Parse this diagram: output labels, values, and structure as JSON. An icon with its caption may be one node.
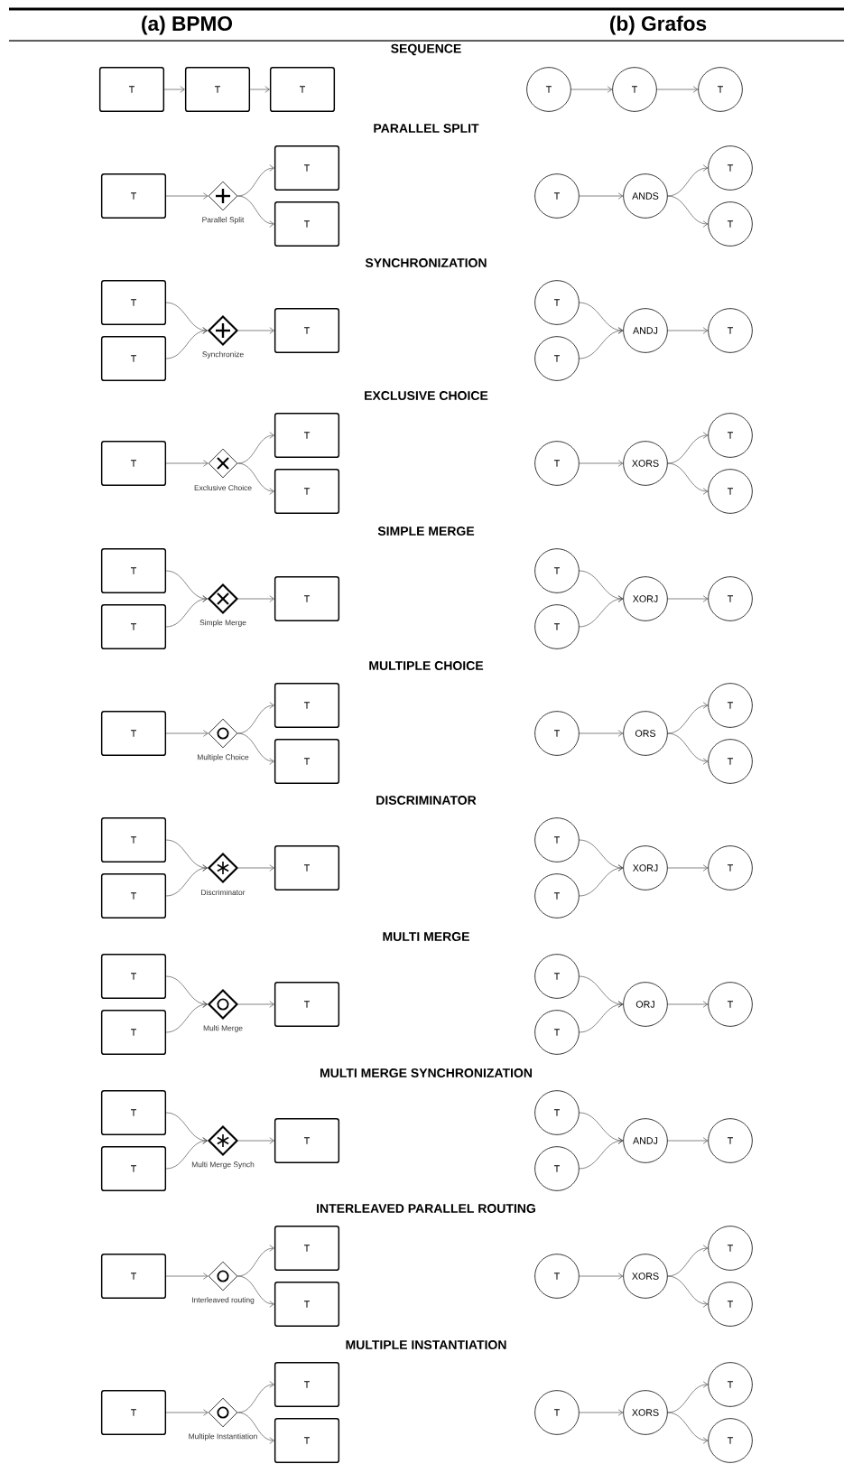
{
  "diagram": {
    "nodes": [
      {
        "text": [
          "T"
        ]
      },
      {
        "text": [
          "T"
        ]
      },
      {
        "text": [
          "T"
        ]
      },
      {
        "text": [
          "T"
        ]
      },
      {
        "text": [
          "T"
        ]
      },
      {
        "text": [
          "T"
        ]
      },
      {
        "text": [
          "T"
        ]
      },
      {
        "text": [],
        "shape": "diamond",
        "beside": [
          "Parallel Split"
        ]
      },
      {
        "text": [
          "T"
        ]
      },
      {
        "text": [
          "T"
        ]
      },
      {
        "text": [
          "T"
        ]
      },
      {
        "text": [
          "ANDS"
        ]
      },
      {
        "text": [
          "T"
        ]
      },
      {
        "text": [
          "T"
        ]
      },
      {
        "text": [
          "T"
        ]
      },
      {
        "text": [
          "T"
        ]
      },
      {
        "text": [],
        "shape": "diamond",
        "beside": [
          "Synchronize"
        ]
      },
      {
        "text": [
          "T"
        ]
      },
      {
        "text": [
          "T"
        ]
      },
      {
        "text": [
          "T"
        ]
      },
      {
        "text": [
          "ANDJ"
        ]
      },
      {
        "text": [
          "T"
        ]
      },
      {
        "text": [
          "T"
        ]
      },
      {
        "text": [],
        "shape": "diamond",
        "beside": [
          "Exclusive Choice"
        ]
      },
      {
        "text": [
          "T"
        ]
      },
      {
        "text": [
          "T"
        ]
      },
      {
        "text": [
          "T"
        ]
      },
      {
        "text": [
          "XORS"
        ]
      },
      {
        "text": [
          "T"
        ]
      },
      {
        "text": [
          "T"
        ]
      },
      {
        "text": [
          "T"
        ]
      },
      {
        "text": [
          "T"
        ]
      },
      {
        "text": [],
        "shape": "diamond",
        "beside": [
          "Simple Merge"
        ]
      },
      {
        "text": [
          "T"
        ]
      },
      {
        "text": [
          "T"
        ]
      },
      {
        "text": [
          "T"
        ]
      },
      {
        "text": [
          "XORJ"
        ]
      },
      {
        "text": [
          "T"
        ]
      },
      {
        "text": [
          "T"
        ]
      },
      {
        "text": [],
        "shape": "diamond",
        "beside": [
          "Multiple Choice"
        ]
      },
      {
        "text": [
          "T"
        ]
      },
      {
        "text": [
          "T"
        ]
      },
      {
        "text": [
          "T"
        ]
      },
      {
        "text": [
          "ORS"
        ]
      },
      {
        "text": [
          "T"
        ]
      },
      {
        "text": [
          "T"
        ]
      },
      {
        "text": [
          "T"
        ]
      },
      {
        "text": [
          "T"
        ]
      },
      {
        "text": [],
        "shape": "diamond",
        "beside": [
          "Discriminator"
        ]
      },
      {
        "text": [
          "T"
        ]
      },
      {
        "text": [
          "T"
        ]
      },
      {
        "text": [
          "T"
        ]
      },
      {
        "text": [
          "XORJ"
        ]
      },
      {
        "text": [
          "T"
        ]
      },
      {
        "text": [
          "T"
        ]
      },
      {
        "text": [
          "T"
        ]
      },
      {
        "text": [],
        "shape": "diamond",
        "beside": [
          "Multi Merge"
        ]
      },
      {
        "text": [
          "T"
        ]
      },
      {
        "text": [
          "T"
        ]
      },
      {
        "text": [
          "T"
        ]
      },
      {
        "text": [
          "ORJ"
        ]
      },
      {
        "text": [
          "T"
        ]
      },
      {
        "text": [
          "T"
        ]
      },
      {
        "text": [
          "T"
        ]
      },
      {
        "text": [],
        "shape": "diamond",
        "beside": [
          "Multi Merge Synch"
        ]
      },
      {
        "text": [
          "T"
        ]
      },
      {
        "text": [
          "T"
        ]
      },
      {
        "text": [
          "T"
        ]
      },
      {
        "text": [
          "ANDJ"
        ]
      },
      {
        "text": [
          "T"
        ]
      },
      {
        "text": [
          "T"
        ]
      },
      {
        "text": [],
        "shape": "diamond",
        "beside": [
          "Interleaved routing"
        ]
      },
      {
        "text": [
          "T"
        ]
      },
      {
        "text": [
          "T"
        ]
      },
      {
        "text": [
          "T"
        ]
      },
      {
        "text": [
          "XORS"
        ]
      },
      {
        "text": [
          "T"
        ]
      },
      {
        "text": [
          "T"
        ]
      },
      {
        "text": [
          "T"
        ]
      },
      {
        "text": [],
        "shape": "diamond",
        "beside": [
          "Multiple Instantiation"
        ]
      },
      {
        "text": [
          "T"
        ]
      },
      {
        "text": [
          "T"
        ]
      },
      {
        "text": [
          "T"
        ]
      },
      {
        "text": [
          "XORS"
        ]
      },
      {
        "text": [
          "T"
        ]
      },
      {
        "text": [
          "T"
        ]
      }
    ],
    "edges": [
      {
        "from": 0,
        "to": 1,
        "arrow": "to"
      },
      {
        "from": 1,
        "to": 2,
        "arrow": "to"
      },
      {
        "from": 3,
        "to": 4,
        "arrow": "to"
      },
      {
        "from": 4,
        "to": 5,
        "arrow": "to"
      },
      {
        "from": 6,
        "to": 7,
        "arrow": "to"
      },
      {
        "from": 7,
        "to": 8,
        "arrow": "to"
      },
      {
        "from": 7,
        "to": 9,
        "arrow": "to"
      },
      {
        "from": 10,
        "to": 11,
        "arrow": "to"
      },
      {
        "from": 11,
        "to": 12,
        "arrow": "to"
      },
      {
        "from": 11,
        "to": 13,
        "arrow": "to"
      },
      {
        "from": 14,
        "to": 16,
        "arrow": "to"
      },
      {
        "from": 15,
        "to": 16,
        "arrow": "to"
      },
      {
        "from": 16,
        "to": 17,
        "arrow": "to"
      },
      {
        "from": 18,
        "to": 20,
        "arrow": "to"
      },
      {
        "from": 19,
        "to": 20,
        "arrow": "to"
      },
      {
        "from": 20,
        "to": 21,
        "arrow": "to"
      },
      {
        "from": 22,
        "to": 23,
        "arrow": "to"
      },
      {
        "from": 23,
        "to": 24,
        "arrow": "to"
      },
      {
        "from": 23,
        "to": 25,
        "arrow": "to"
      },
      {
        "from": 26,
        "to": 27,
        "arrow": "to"
      },
      {
        "from": 27,
        "to": 28,
        "arrow": "to"
      },
      {
        "from": 27,
        "to": 29,
        "arrow": "to"
      },
      {
        "from": 30,
        "to": 32,
        "arrow": "to"
      },
      {
        "from": 31,
        "to": 32,
        "arrow": "to"
      },
      {
        "from": 32,
        "to": 33,
        "arrow": "to"
      },
      {
        "from": 34,
        "to": 36,
        "arrow": "to"
      },
      {
        "from": 35,
        "to": 36,
        "arrow": "to"
      },
      {
        "from": 36,
        "to": 37,
        "arrow": "to"
      },
      {
        "from": 38,
        "to": 39,
        "arrow": "to"
      },
      {
        "from": 39,
        "to": 40,
        "arrow": "to"
      },
      {
        "from": 39,
        "to": 41,
        "arrow": "to"
      },
      {
        "from": 42,
        "to": 43,
        "arrow": "to"
      },
      {
        "from": 43,
        "to": 44,
        "arrow": "to"
      },
      {
        "from": 43,
        "to": 45,
        "arrow": "to"
      },
      {
        "from": 46,
        "to": 48,
        "arrow": "to"
      },
      {
        "from": 47,
        "to": 48,
        "arrow": "to"
      },
      {
        "from": 48,
        "to": 49,
        "arrow": "to"
      },
      {
        "from": 50,
        "to": 52,
        "arrow": "to"
      },
      {
        "from": 51,
        "to": 52,
        "arrow": "to"
      },
      {
        "from": 52,
        "to": 53,
        "arrow": "to"
      },
      {
        "from": 54,
        "to": 56,
        "arrow": "to"
      },
      {
        "from": 55,
        "to": 56,
        "arrow": "to"
      },
      {
        "from": 56,
        "to": 57,
        "arrow": "to"
      },
      {
        "from": 58,
        "to": 60,
        "arrow": "to"
      },
      {
        "from": 59,
        "to": 60,
        "arrow": "to"
      },
      {
        "from": 60,
        "to": 61,
        "arrow": "to"
      },
      {
        "from": 62,
        "to": 64,
        "arrow": "to"
      },
      {
        "from": 63,
        "to": 64,
        "arrow": "to"
      },
      {
        "from": 64,
        "to": 65,
        "arrow": "to"
      },
      {
        "from": 66,
        "to": 68,
        "arrow": "to"
      },
      {
        "from": 67,
        "to": 68,
        "arrow": "to"
      },
      {
        "from": 68,
        "to": 69,
        "arrow": "to"
      },
      {
        "from": 70,
        "to": 71,
        "arrow": "to"
      },
      {
        "from": 71,
        "to": 72,
        "arrow": "to"
      },
      {
        "from": 71,
        "to": 73,
        "arrow": "to"
      },
      {
        "from": 74,
        "to": 75,
        "arrow": "to"
      },
      {
        "from": 75,
        "to": 76,
        "arrow": "to"
      },
      {
        "from": 75,
        "to": 77,
        "arrow": "to"
      },
      {
        "from": 78,
        "to": 79,
        "arrow": "to"
      },
      {
        "from": 79,
        "to": 80,
        "arrow": "to"
      },
      {
        "from": 79,
        "to": 81,
        "arrow": "to"
      },
      {
        "from": 82,
        "to": 83,
        "arrow": "to"
      },
      {
        "from": 83,
        "to": 84,
        "arrow": "to"
      },
      {
        "from": 83,
        "to": 85,
        "arrow": "to"
      }
    ],
    "labels": [
      "(a) BPMO",
      "(b) Grafos",
      "SEQUENCE",
      "PARALLEL SPLIT",
      "SYNCHRONIZATION",
      "EXCLUSIVE CHOICE",
      "SIMPLE MERGE",
      "MULTIPLE CHOICE",
      "DISCRIMINATOR",
      "MULTI MERGE",
      "MULTI MERGE SYNCHRONIZATION",
      "INTERLEAVED PARALLEL ROUTING",
      "MULTIPLE INSTANTIATION"
    ]
  }
}
